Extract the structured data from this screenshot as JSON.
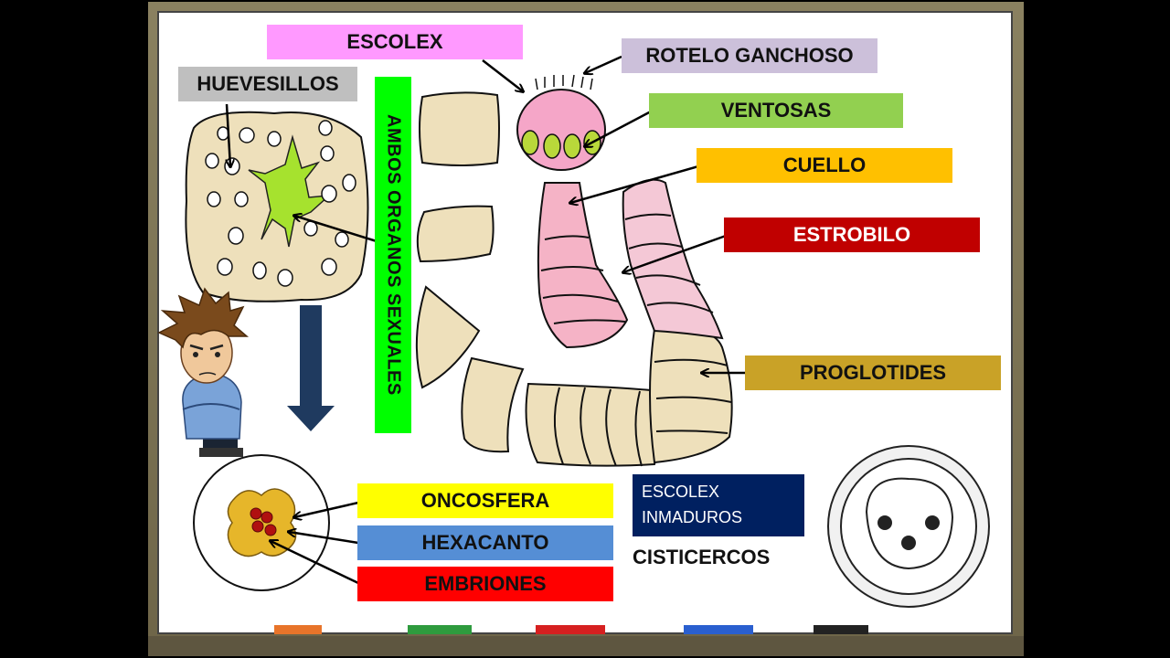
{
  "labels": {
    "escolex": "ESCOLEX",
    "huevesillos": "HUEVESILLOS",
    "rotelo": "ROTELO GANCHOSO",
    "ventosas": "VENTOSAS",
    "cuello": "CUELLO",
    "estrobilo": "ESTROBILO",
    "proglotides": "PROGLOTIDES",
    "ambos": "AMBOS ORGANOS SEXUALES",
    "oncosfera": "ONCOSFERA",
    "hexacanto": "HEXACANTO",
    "embriones": "EMBRIONES",
    "escolex_inmaduros_1": "ESCOLEX",
    "escolex_inmaduros_2": "INMADUROS",
    "cisticercos": "CISTICERCOS"
  },
  "colors": {
    "escolex": "#ff99ff",
    "huevesillos": "#bfbfbf",
    "rotelo": "#ccc0da",
    "ventosas": "#92d050",
    "cuello": "#ffc000",
    "estrobilo": "#c00000",
    "proglotides": "#c9a227",
    "ambos": "#00ff00",
    "oncosfera": "#ffff00",
    "hexacanto": "#558ed5",
    "embriones": "#ff0000",
    "inmaduros": "#002060"
  }
}
